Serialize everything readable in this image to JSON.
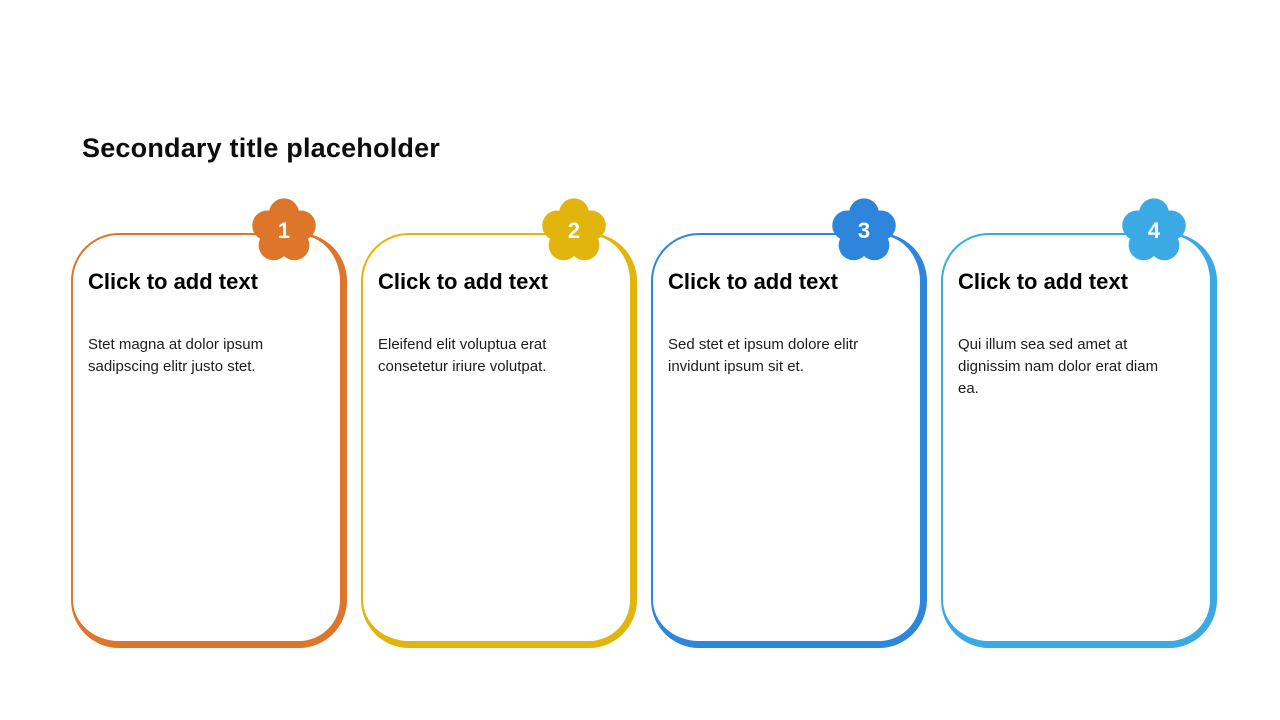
{
  "slide": {
    "title": "Secondary title placeholder",
    "background": "#ffffff"
  },
  "cards": [
    {
      "number": "1",
      "accent": "#DD752B",
      "heading": "Click to add text",
      "body": "Stet magna at dolor ipsum sadipscing elitr justo stet."
    },
    {
      "number": "2",
      "accent": "#E2B40E",
      "heading": "Click to add text",
      "body": "Eleifend elit voluptua erat consetetur iriure volutpat."
    },
    {
      "number": "3",
      "accent": "#2E86DC",
      "heading": "Click to add text",
      "body": "Sed stet et ipsum dolore elitr invidunt ipsum sit et."
    },
    {
      "number": "4",
      "accent": "#3BAAE4",
      "heading": "Click to add text",
      "body": "Qui illum sea sed amet at dignissim nam dolor erat diam ea."
    }
  ]
}
